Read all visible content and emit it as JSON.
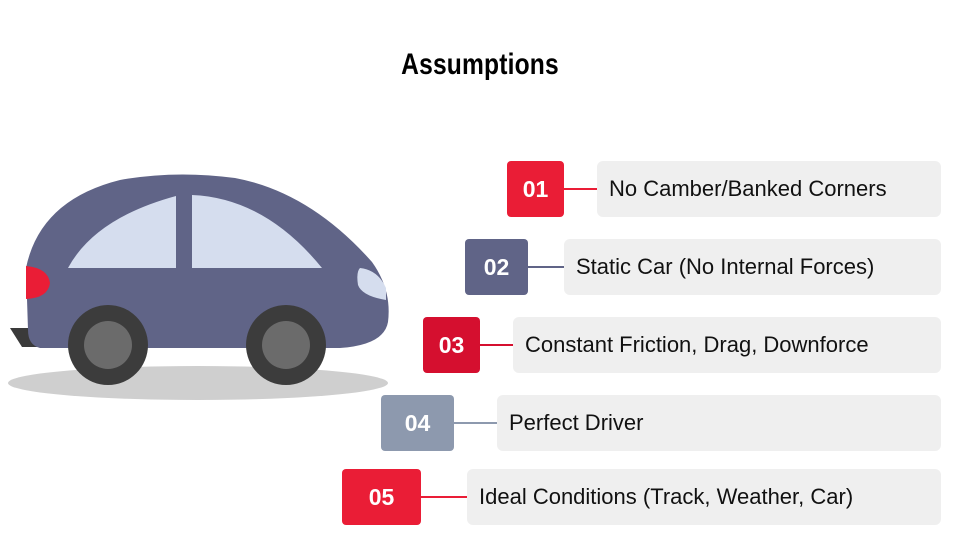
{
  "title": "Assumptions",
  "colors": {
    "red": "#ea1d36",
    "crimson": "#d50f2f",
    "slate": "#606487",
    "gray_blue": "#8d99ae",
    "box_bg": "#efefef",
    "car_body": "#606487",
    "car_window": "#d5ddee"
  },
  "illustration": {
    "icon": "car-icon"
  },
  "items": [
    {
      "number": "01",
      "text": "No Camber/Banked Corners"
    },
    {
      "number": "02",
      "text": "Static Car (No Internal Forces)"
    },
    {
      "number": "03",
      "text": "Constant Friction, Drag, Downforce"
    },
    {
      "number": "04",
      "text": "Perfect Driver"
    },
    {
      "number": "05",
      "text": "Ideal Conditions (Track, Weather, Car)"
    }
  ]
}
